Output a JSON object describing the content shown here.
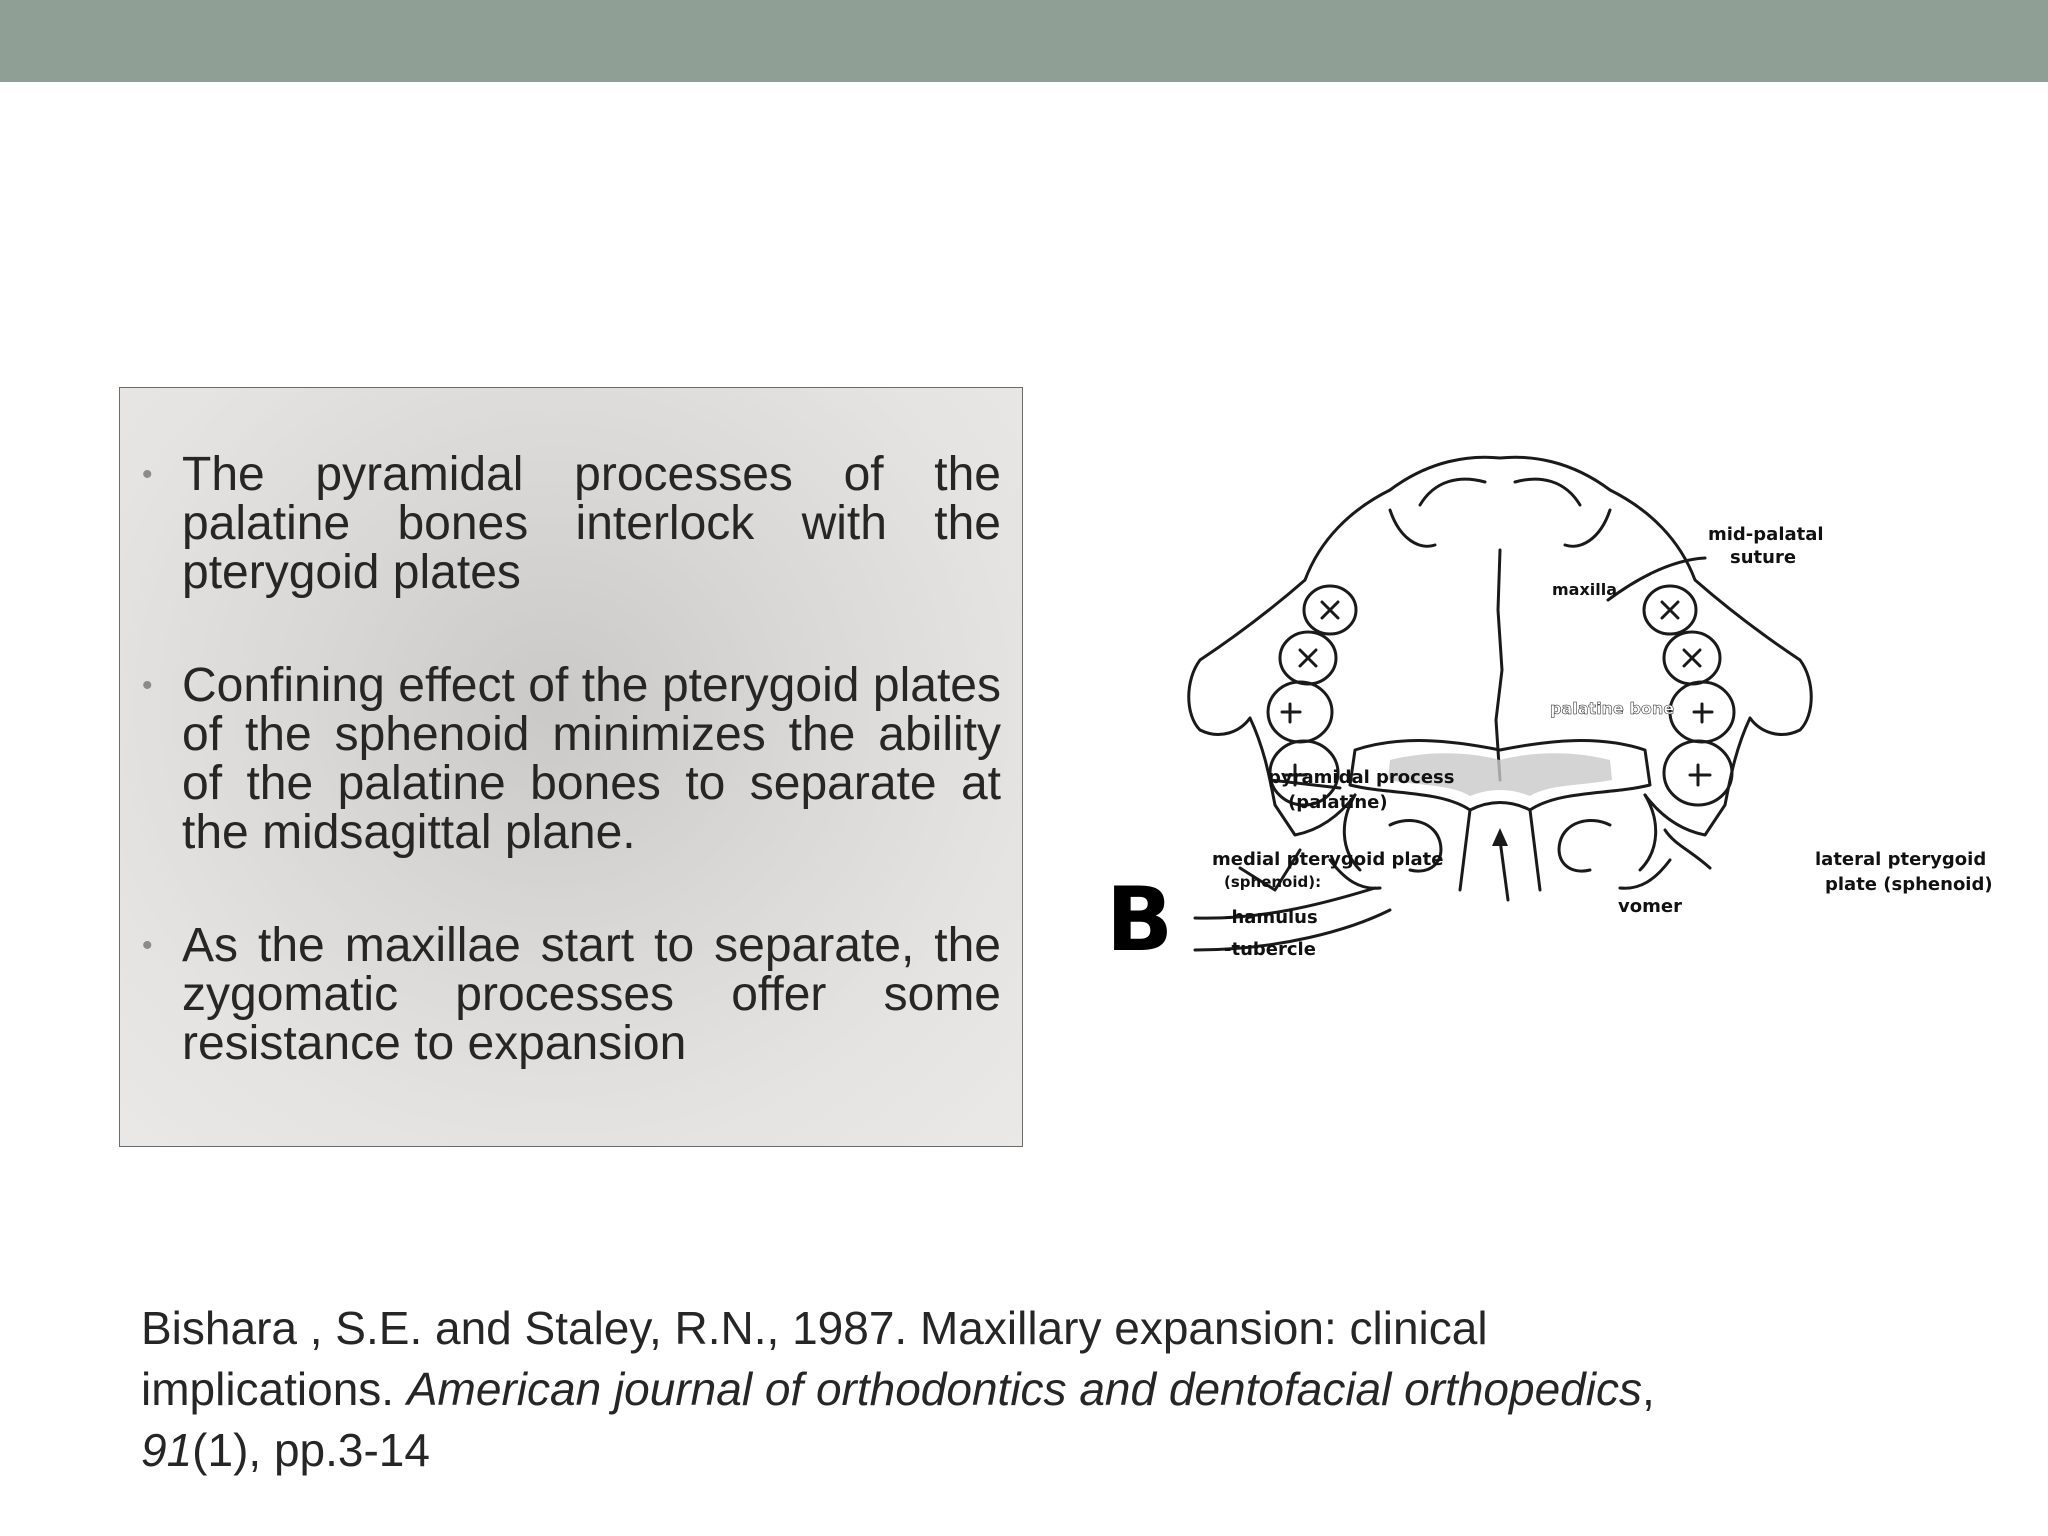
{
  "bullets": [
    "The pyramidal processes of the palatine bones interlock with the pterygoid plates",
    "Confining effect of the pterygoid plates of the sphenoid minimizes the ability of the palatine bones to separate at the midsagittal plane.",
    " As the maxillae start to separate, the zygomatic processes offer some resistance to expansion"
  ],
  "figure": {
    "panel_letter": "B",
    "labels": {
      "mid_palatal_1": "mid-palatal",
      "mid_palatal_2": "suture",
      "maxilla": "maxilla",
      "palatine_bone": "palatine bone",
      "pyramidal_1": "pyramidal process",
      "pyramidal_2": "(palatine)",
      "medial_1": "medial pterygoid plate",
      "medial_2": "(sphenoid):",
      "hamulus": "-hamulus",
      "tubercle": "-tubercle",
      "vomer": "vomer",
      "lateral_1": "lateral pterygoid",
      "lateral_2": "plate (sphenoid)"
    }
  },
  "citation": {
    "part1": "Bishara , S.E. and Staley, R.N., 1987. Maxillary expansion: clinical implications. ",
    "journal": "American journal of orthodontics and dentofacial orthopedics",
    "part2": ", ",
    "volume": "91",
    "part3": "(1), pp.3-14"
  }
}
